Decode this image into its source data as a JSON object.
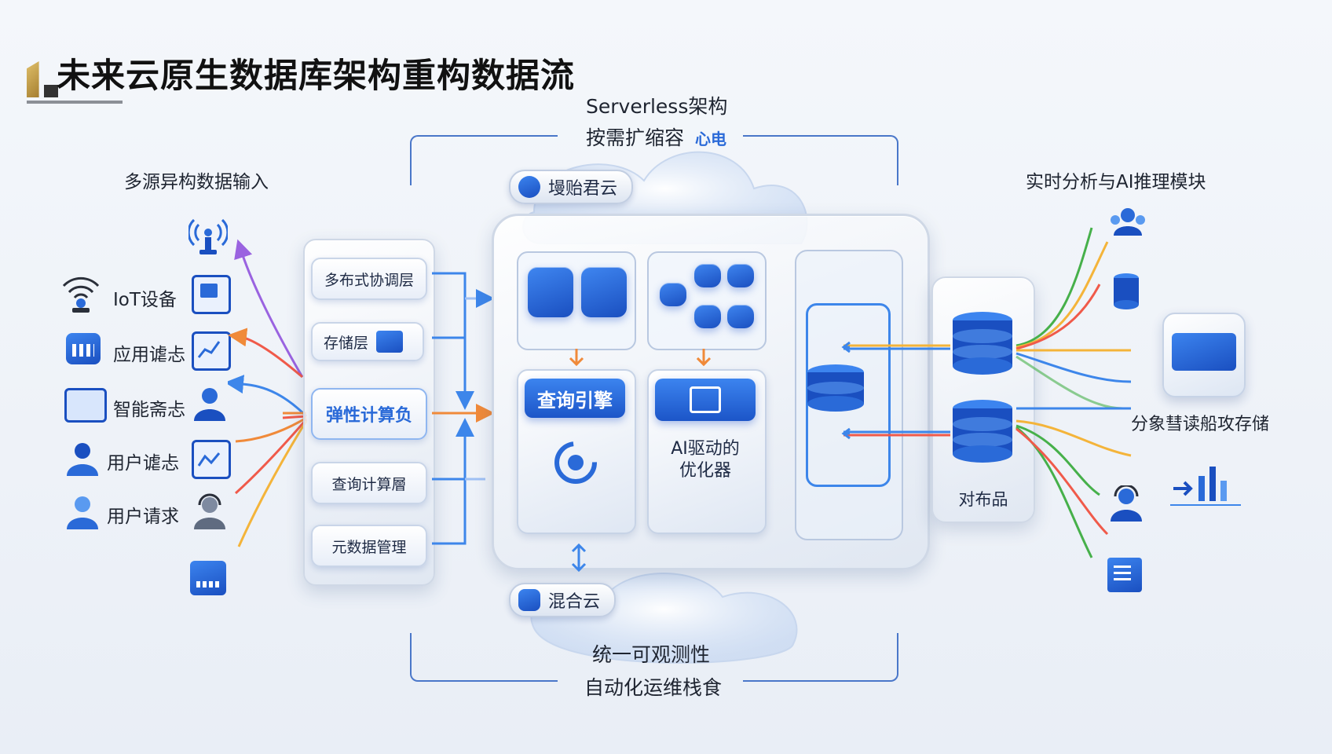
{
  "title": "未来云原生数据库架构重构数据流",
  "top": {
    "line1": "Serverless架构",
    "line2": "按需扩缩容",
    "line2_extra": "心电"
  },
  "bottom": {
    "line1": "统一可观测性",
    "line2": "自动化运维栈",
    "line2_extra": "食"
  },
  "left": {
    "heading": "多源异构数据输入",
    "items": [
      "IoT设备",
      "应用谑忐",
      "智能斋忐",
      "用户谑忐",
      "用户请求"
    ]
  },
  "layers": [
    "多布式协调层",
    "存储层",
    "弹性计算负",
    "查询计算層",
    "元数据管理"
  ],
  "core": {
    "cloud_top": "墁贻君云",
    "cloud_bottom": "混合云",
    "query_engine": "查询引擎",
    "optimizer_line1": "AI驱动的",
    "optimizer_line2": "优化器"
  },
  "storage": {
    "label": "对布品"
  },
  "right": {
    "heading": "实时分析与AI推理模块",
    "caption": "分象彗读船攻存储"
  },
  "colors": {
    "accent": "#2a6ad8",
    "bracket": "#4a77c9",
    "arrow_purple": "#9a63e0",
    "arrow_orange": "#f08a3a",
    "arrow_red": "#f05a4a",
    "arrow_yellow": "#f4b43a",
    "arrow_green": "#46b04a",
    "arrow_blue": "#3d86ea"
  }
}
